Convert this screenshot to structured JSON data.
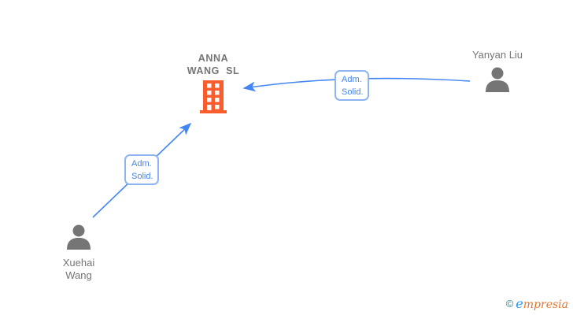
{
  "diagram": {
    "company": {
      "name_line1": "ANNA",
      "name_line2": "WANG  SL",
      "icon": "building-icon",
      "icon_color": "#F95D2E"
    },
    "persons": [
      {
        "id": "yanyan-liu",
        "name": "Yanyan Liu",
        "icon": "person-icon",
        "icon_color": "#757575"
      },
      {
        "id": "xuehai-wang",
        "name_line1": "Xuehai",
        "name_line2": "Wang",
        "icon": "person-icon",
        "icon_color": "#757575"
      }
    ],
    "edges": [
      {
        "from": "yanyan-liu",
        "to": "company",
        "label_line1": "Adm.",
        "label_line2": "Solid."
      },
      {
        "from": "xuehai-wang",
        "to": "company",
        "label_line1": "Adm.",
        "label_line2": "Solid."
      }
    ],
    "colors": {
      "edge_blue": "#4285F4",
      "edge_label_border": "#8FB4F2",
      "edge_label_text": "#4584F0",
      "node_text_gray": "#757575"
    }
  },
  "footer": {
    "copyright_symbol": "©",
    "brand_first_letter": "e",
    "brand_rest": "mpresia",
    "brand_colors": {
      "copyright": "#2E808F",
      "first_letter": "#2196F3",
      "rest": "#E8732A"
    }
  }
}
